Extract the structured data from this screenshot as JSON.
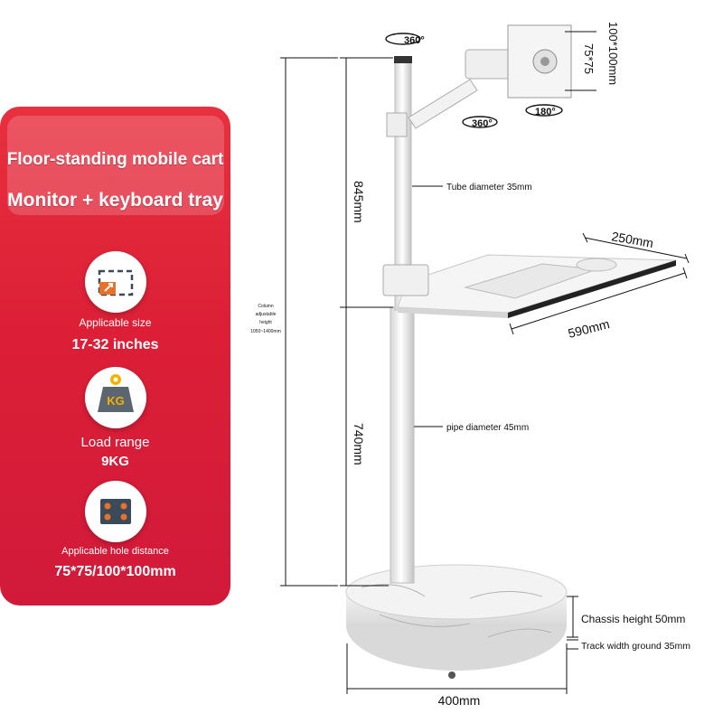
{
  "panel": {
    "title_line1": "Floor-standing mobile cart",
    "title_line2": "Monitor + keyboard tray",
    "features": [
      {
        "icon": "screen-size-icon",
        "label": "Applicable size",
        "value": "17-32 inches"
      },
      {
        "icon": "kg-weight-icon",
        "label": "Load range",
        "value": "9KG"
      },
      {
        "icon": "hole-distance-icon",
        "label": "Applicable hole distance",
        "value": "75*75/100*100mm"
      }
    ],
    "kg_badge": "KG"
  },
  "diagram": {
    "rotate_top": "360°",
    "rotate_arm": "360°",
    "rotate_mount": "180°",
    "vesa_small": "75*75",
    "vesa_large": "100*100mm",
    "height_upper": "845mm",
    "height_lower": "740mm",
    "column_note_1": "Column",
    "column_note_2": "adjustable",
    "column_note_3": "height",
    "column_note_4": "1050~1400mm",
    "tube_diameter": "Tube diameter 35mm",
    "pipe_diameter": "pipe diameter 45mm",
    "tray_depth": "250mm",
    "tray_width": "590mm",
    "chassis_height": "Chassis height 50mm",
    "track_width": "Track width ground 35mm",
    "base_width": "400mm"
  },
  "colors": {
    "panel_red": "#dc1f36",
    "icon_orange": "#e8722a",
    "kg_gray": "#5c6670",
    "kg_gold": "#f4b300"
  }
}
